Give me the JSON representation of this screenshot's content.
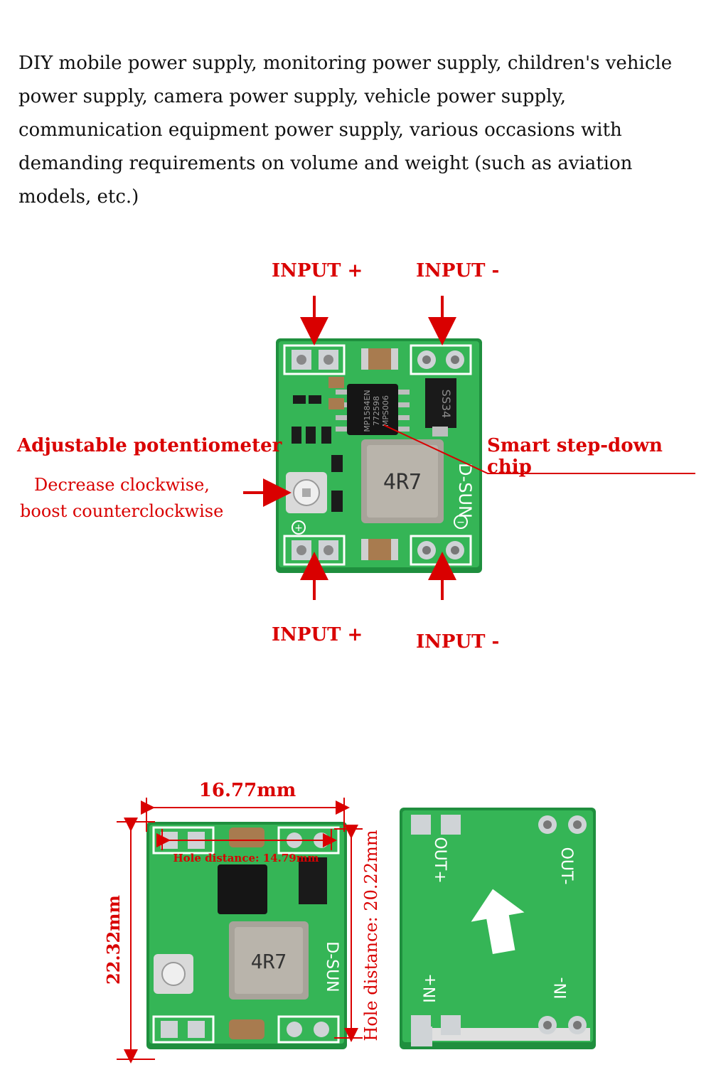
{
  "intro": "DIY mobile power supply, monitoring power supply, children's vehicle power supply, camera power supply, vehicle power supply, communication equipment power supply, various occasions with demanding requirements on volume and weight (such as aviation models, etc.)",
  "labels": {
    "input_plus_top": "INPUT +",
    "input_minus_top": "INPUT -",
    "input_plus_bottom": "INPUT +",
    "input_minus_bottom": "INPUT -",
    "pot_title": "Adjustable potentiometer",
    "pot_desc_1": "Decrease clockwise,",
    "pot_desc_2": "boost counterclockwise",
    "chip_title": "Smart step-down chip"
  },
  "board": {
    "chip_text_1": "MP1584EN",
    "chip_text_2": "772598",
    "chip_text_3": "MPS006",
    "inductor": "4R7",
    "diode": "SS34",
    "brand": "D-SUN"
  },
  "dimensions": {
    "width": "16.77mm",
    "height": "22.32mm",
    "hole_h": "Hole distance: 14.79mm",
    "hole_v": "Hole distance: 20.22mm"
  },
  "back": {
    "out_plus": "OUT+",
    "out_minus": "OUT-",
    "in_plus": "IN+",
    "in_minus": "IN-"
  },
  "colors": {
    "pcb": "#2fa84f",
    "accent": "#d90000"
  }
}
